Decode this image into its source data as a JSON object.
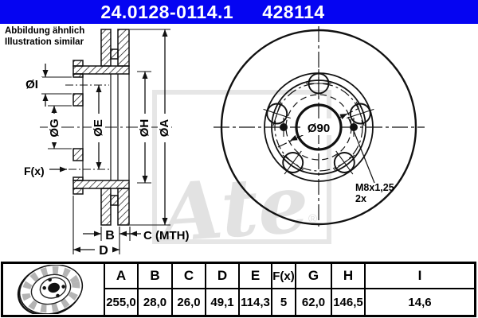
{
  "header": {
    "part_number": "24.0128-0114.1",
    "ref_number": "428114",
    "bg_color": "#0504f2",
    "text_color": "#ffffff"
  },
  "note": {
    "line1": "Abbildung ähnlich",
    "line2": "Illustration similar"
  },
  "section_view": {
    "labels": {
      "i": "ØI",
      "g": "ØG",
      "e": "ØE",
      "h": "ØH",
      "a": "ØA",
      "f": "F(x)",
      "b": "B",
      "c": "C (MTH)",
      "d": "D"
    }
  },
  "front_view": {
    "bore_label": "Ø90",
    "thread_label": "M8x1,25",
    "thread_qty": "2x"
  },
  "watermark": {
    "text": "Ate",
    "reg": "®",
    "color": "#e2e2e2"
  },
  "table": {
    "headers": [
      "A",
      "B",
      "C",
      "D",
      "E",
      "F(x)",
      "G",
      "H",
      "I"
    ],
    "values": [
      "255,0",
      "28,0",
      "26,0",
      "49,1",
      "114,3",
      "5",
      "62,0",
      "146,5",
      "14,6"
    ]
  }
}
